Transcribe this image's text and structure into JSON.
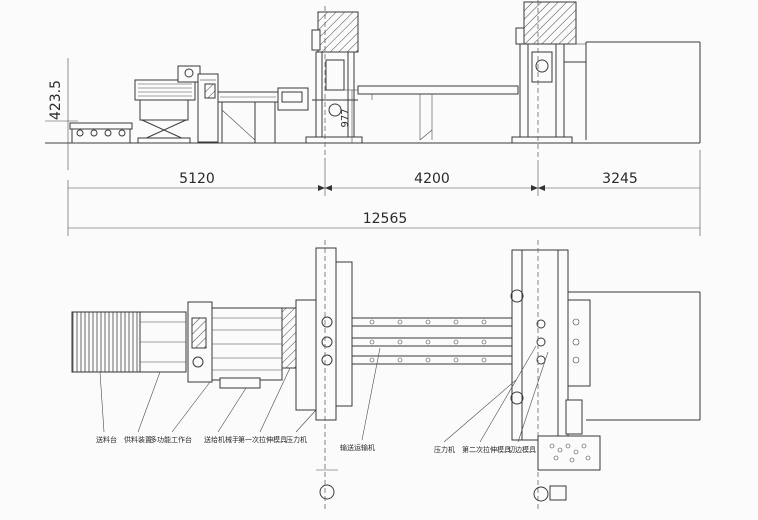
{
  "dimensions": {
    "height_left": "423.5",
    "height_mid": "977",
    "seg1": "5120",
    "seg2": "4200",
    "seg3": "3245",
    "total": "12565"
  },
  "labels": {
    "feed_table": "送料台",
    "feed_device": "供料装置",
    "multi_table": "多功能工作台",
    "feed_gripper": "送给机械手",
    "die1": "第一次拉伸模具",
    "press1": "压力机",
    "conveyor": "输送运输机",
    "press2": "压力机",
    "die2": "第二次拉伸模具",
    "trim_die": "切边模具"
  }
}
